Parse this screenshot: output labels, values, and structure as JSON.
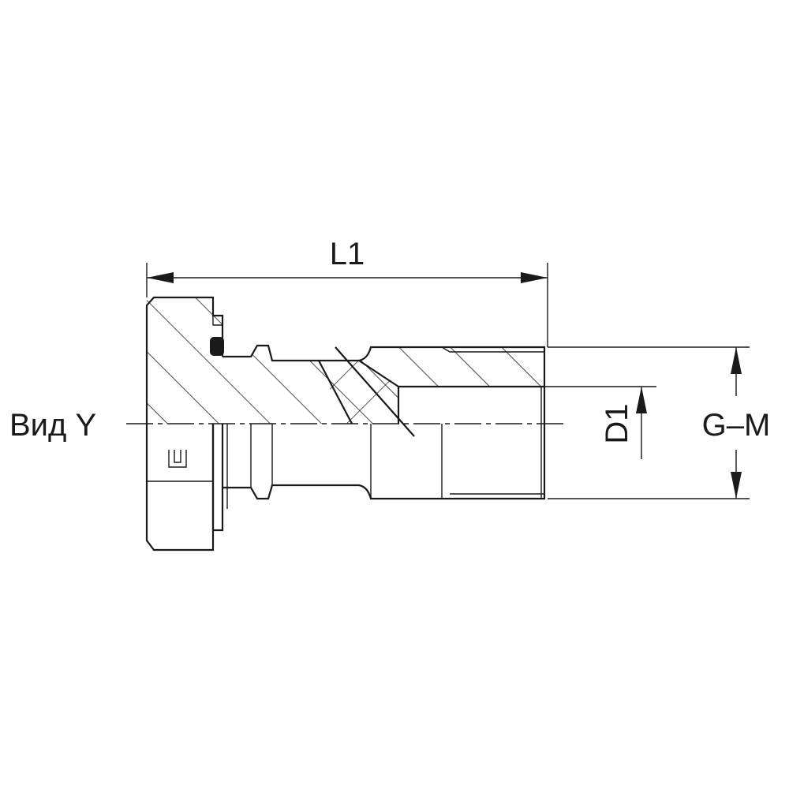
{
  "labels": {
    "view": "Вид Y",
    "length": "L1",
    "inner_diameter": "D1",
    "thread": "G–M"
  },
  "colors": {
    "line": "#1a1a1a",
    "background": "#ffffff"
  }
}
